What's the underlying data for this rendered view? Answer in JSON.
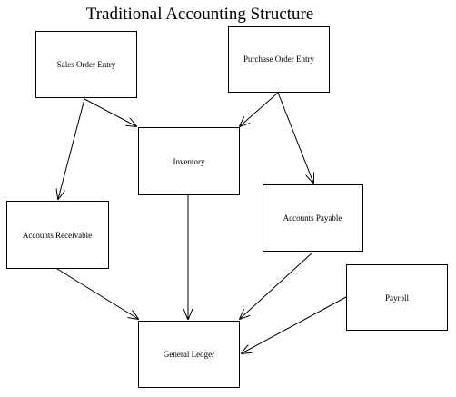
{
  "title": "Traditional Accounting Structure",
  "nodes": {
    "sales_order_entry": "Sales Order Entry",
    "purchase_order_entry": "Purchase Order Entry",
    "inventory": "Inventory",
    "accounts_receivable": "Accounts Receivable",
    "accounts_payable": "Accounts Payable",
    "payroll": "Payroll",
    "general_ledger": "General Ledger"
  },
  "edges": [
    {
      "from": "Sales Order Entry",
      "to": "Inventory"
    },
    {
      "from": "Sales Order Entry",
      "to": "Accounts Receivable"
    },
    {
      "from": "Purchase Order Entry",
      "to": "Inventory"
    },
    {
      "from": "Purchase Order Entry",
      "to": "Accounts Payable"
    },
    {
      "from": "Inventory",
      "to": "General Ledger"
    },
    {
      "from": "Accounts Receivable",
      "to": "General Ledger"
    },
    {
      "from": "Accounts Payable",
      "to": "General Ledger"
    },
    {
      "from": "Payroll",
      "to": "General Ledger"
    }
  ],
  "colors": {
    "line": "#000000",
    "box_fill": "#ffffff",
    "background": "#ffffff"
  }
}
